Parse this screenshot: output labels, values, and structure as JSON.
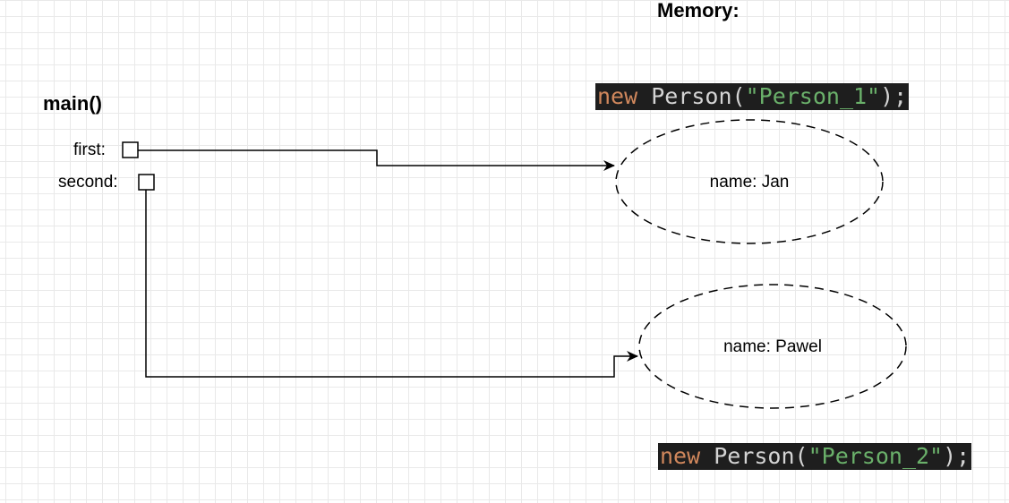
{
  "titles": {
    "memory": "Memory:",
    "main": "main()"
  },
  "variables": {
    "first_label": "first:",
    "second_label": "second:"
  },
  "objects": [
    {
      "text": "name: Jan"
    },
    {
      "text": "name: Pawel"
    }
  ],
  "code": [
    {
      "keyword": "new",
      "class_name": "Person",
      "open": "(",
      "string": "\"Person_1\"",
      "close": ");"
    },
    {
      "keyword": "new",
      "class_name": "Person",
      "open": "(",
      "string": "\"Person_2\"",
      "close": ");"
    }
  ],
  "colors": {
    "code_background": "#1e1e1e",
    "keyword": "#ce9178",
    "class_name": "#d4d4d4",
    "string": "#6ab06a",
    "grid": "#e9e9e9"
  }
}
